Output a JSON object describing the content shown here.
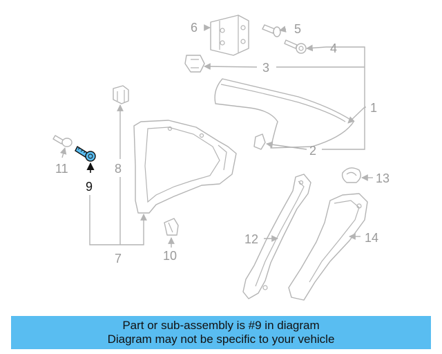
{
  "callouts": [
    "1",
    "2",
    "3",
    "4",
    "5",
    "6",
    "7",
    "8",
    "9",
    "10",
    "11",
    "12",
    "13",
    "14"
  ],
  "highlight_color": "#59bdf1",
  "banner": {
    "line1": "Part or sub-assembly is #9 in diagram",
    "line2": "Diagram may not be specific to your vehicle"
  }
}
